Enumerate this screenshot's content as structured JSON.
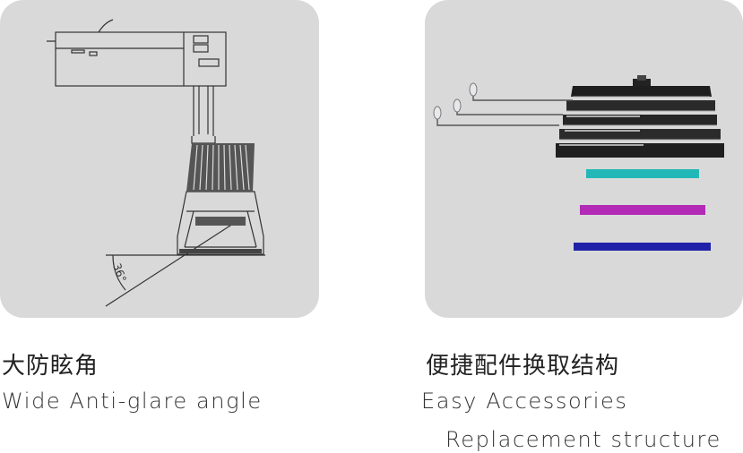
{
  "left_panel": {
    "angle_label": "36°",
    "caption_cn": "大防眩角",
    "caption_en": "Wide Anti-glare angle"
  },
  "right_panel": {
    "caption_cn": "便捷配件换取结构",
    "caption_en_line1": "Easy Accessories",
    "caption_en_line2": "Replacement structure",
    "filter_colors": [
      "#23b8b8",
      "#b22ab6",
      "#1f22a8"
    ]
  },
  "colors": {
    "panel_bg": "#d9d9d9",
    "line_art": "#333333"
  }
}
